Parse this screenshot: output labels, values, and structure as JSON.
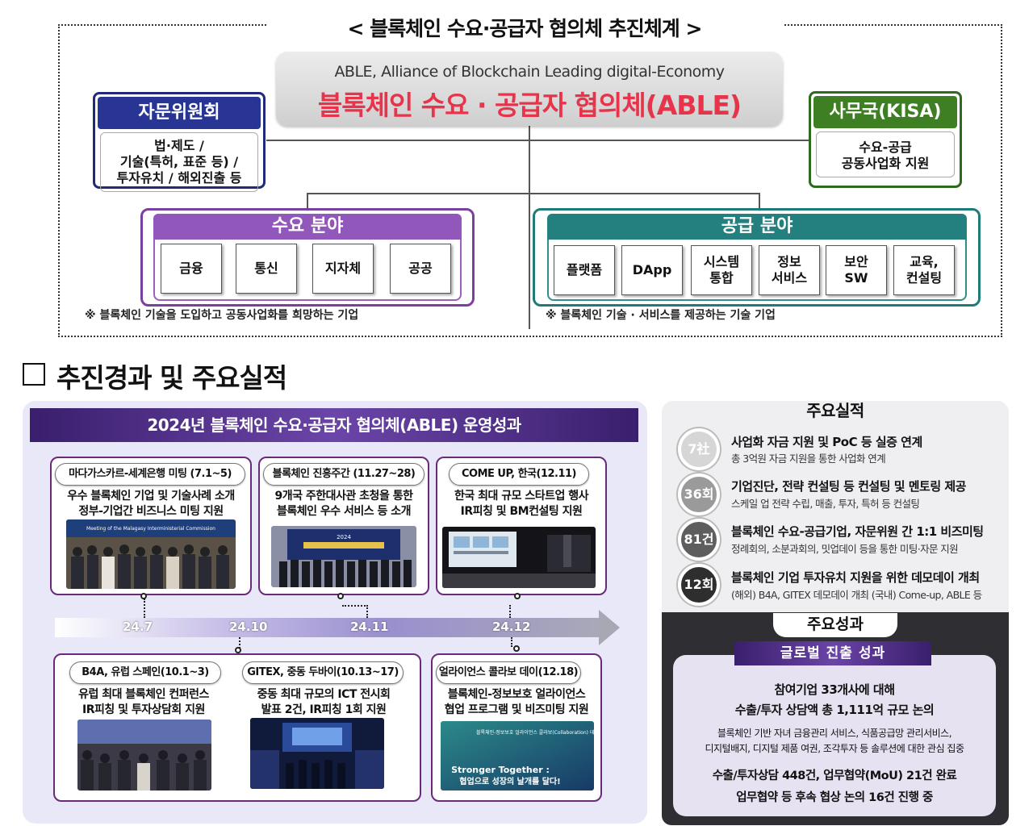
{
  "org": {
    "title": "< 블록체인 수요·공급자 협의체 추진체계 >",
    "able_en": "ABLE, Alliance of Blockchain Leading digital-Economy",
    "able_ko": "블록체인 수요 · 공급자 협의체(ABLE)",
    "advisory": {
      "title": "자문위원회",
      "lines": [
        "법·제도 /",
        "기술(특허, 표준 등) /",
        "투자유치 / 해외진출 등"
      ]
    },
    "secretariat": {
      "title": "사무국(KISA)",
      "lines": [
        "수요-공급",
        "공동사업화 지원"
      ]
    },
    "demand": {
      "title": "수요 분야",
      "items": [
        "금융",
        "통신",
        "지자체",
        "공공"
      ],
      "note": "※ 블록체인 기술을 도입하고 공동사업화를 희망하는 기업"
    },
    "supply": {
      "title": "공급 분야",
      "items": [
        "플랫폼",
        "DApp",
        "시스템\n통합",
        "정보\n서비스",
        "보안\nSW",
        "교육,\n컨설팅"
      ],
      "note": "※ 블록체인 기술 · 서비스를 제공하는 기술 기업"
    }
  },
  "section": {
    "title": "추진경과 및 주요실적"
  },
  "left": {
    "banner": "2024년 블록체인 수요·공급자 협의체(ABLE) 운영성과",
    "events_top": [
      {
        "pill": "마다가스카르-세계은행 미팅 (7.1~5)",
        "desc": [
          "우수 블록체인 기업 및 기술사례 소개",
          "정부-기업간 비즈니스 미팅 지원"
        ]
      },
      {
        "pill": "블록체인 진흥주간 (11.27~28)",
        "desc": [
          "9개국 주한대사관 초청을 통한",
          "블록체인 우수 서비스 등 소개"
        ]
      },
      {
        "pill": "COME UP, 한국(12.11)",
        "desc": [
          "한국 최대 규모 스타트업 행사",
          "IR피칭 및 BM컨설팅 지원"
        ]
      }
    ],
    "events_bottom": [
      {
        "pill": "B4A, 유럽 스페인(10.1~3)",
        "desc": [
          "유럽 최대 블록체인 컨퍼런스",
          "IR피칭 및 투자상담회 지원"
        ]
      },
      {
        "pill": "GITEX, 중동 두바이(10.13~17)",
        "desc": [
          "중동 최대 규모의 ICT 전시회",
          "발표 2건, IR피칭 1회 지원"
        ]
      },
      {
        "pill": "얼라이언스 콜라보 데이(12.18)",
        "desc": [
          "블록체인-정보보호 얼라이언스",
          "협업 프로그램 및 비즈미팅 지원"
        ]
      }
    ],
    "timeline": [
      "24.7",
      "24.10",
      "24.11",
      "24.12"
    ],
    "photo_texts": {
      "p1": "Meeting of the Malagasy Interministerial Commission",
      "p2": "2024",
      "p6a": "블록체인-정보보호 얼라이언스 콜라보(Collaboration) 데이",
      "p6b": "Stronger Together :",
      "p6c": "협업으로 성장의 날개를 달다!"
    }
  },
  "right": {
    "achievements_title": "주요실적",
    "achievements": [
      {
        "badge": "7社",
        "main": "사업화 자금 지원 및 PoC 등 실증 연계",
        "sub": "총 3억원 자금 지원을 통한 사업화 연계",
        "color": "#d6d6d6"
      },
      {
        "badge": "36회",
        "main": "기업진단, 전략 컨설팅 등 컨설팅 및 멘토링 제공",
        "sub": "스케일 업 전략 수립, 매출, 투자, 특허 등 컨설팅",
        "color": "#9a9a9a"
      },
      {
        "badge": "81건",
        "main": "블록체인 수요-공급기업, 자문위원 간 1:1 비즈미팅",
        "sub": "정례회의, 소분과회의, 밋업데이 등을 통한 미팅·자문 지원",
        "color": "#5e5e5e"
      },
      {
        "badge": "12회",
        "main": "블록체인 기업 투자유치 지원을 위한 데모데이 개최",
        "sub": "(해외) B4A, GITEX 데모데이 개최 (국내) Come-up, ABLE 등",
        "color": "#2e2e2e"
      }
    ],
    "results_title": "주요성과",
    "global_title": "글로벌 진출 성과",
    "lines": [
      "참여기업 33개사에 대해",
      "수출/투자 상담액 총 1,111억 규모 논의",
      "블록체인 기반 자녀 금융관리 서비스, 식품공급망 관리서비스,",
      "디지털배지, 디지털 제품 여권, 조각투자 등 솔루션에 대한 관심 집중",
      "수출/투자상담 448건, 업무협약(MoU) 21건 완료",
      "업무협약 등 후속 협상 논의 16건 진행 중"
    ]
  }
}
